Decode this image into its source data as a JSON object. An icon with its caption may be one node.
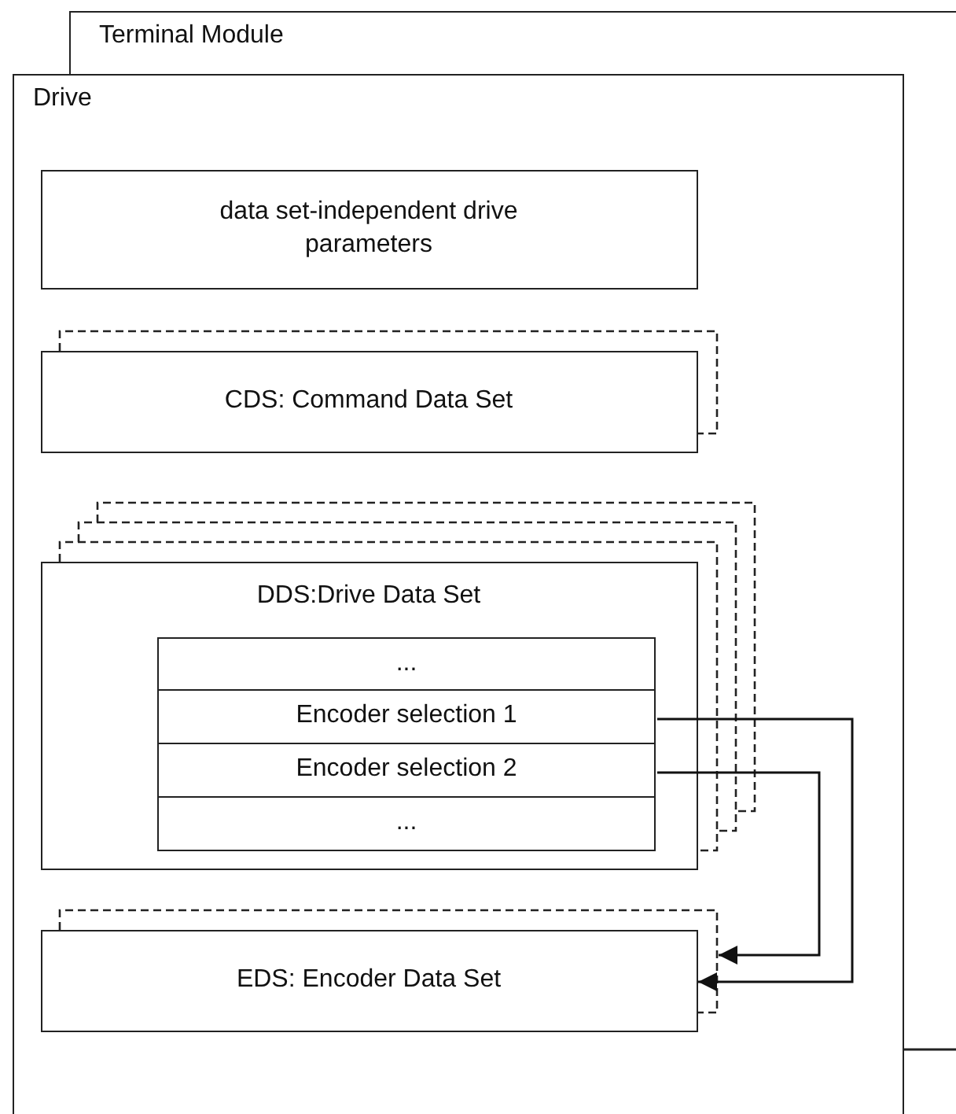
{
  "diagram": {
    "nodes": [
      {
        "text": [
          "Terminal Module"
        ]
      },
      {
        "text": [
          "Drive"
        ]
      },
      {
        "text": [
          "data set-independent drive parameters"
        ],
        "in": 1
      },
      {
        "text": [
          "CDS: Command Data Set"
        ],
        "in": 1
      },
      {
        "text": [
          "DDS:Drive Data Set"
        ],
        "in": 1
      },
      {
        "text": [
          "..."
        ],
        "in": 4
      },
      {
        "text": [
          "Encoder selection 1"
        ],
        "in": 4
      },
      {
        "text": [
          "Encoder selection 2"
        ],
        "in": 4
      },
      {
        "text": [
          "..."
        ],
        "in": 4
      },
      {
        "text": [
          "EDS: Encoder Data Set"
        ],
        "in": 1
      }
    ],
    "edges": [
      {
        "from": 6,
        "to": 9,
        "arrow": "to"
      },
      {
        "from": 7,
        "to": 9,
        "arrow": "to"
      }
    ]
  }
}
